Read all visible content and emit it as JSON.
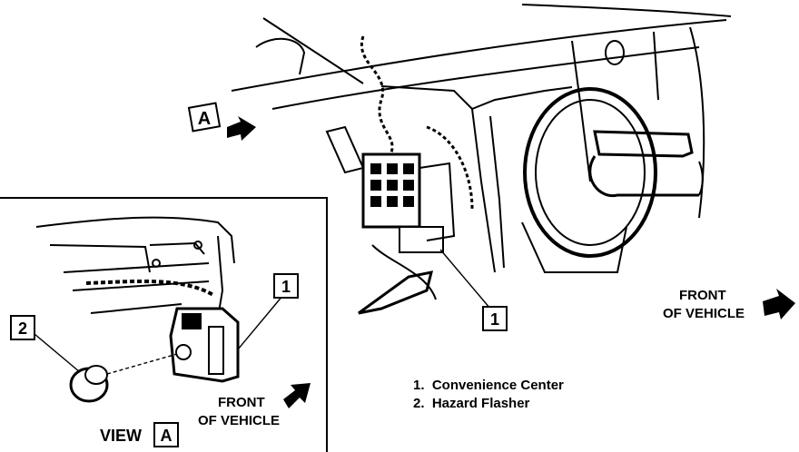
{
  "callouts": {
    "view_a_marker": "A",
    "main_item": "1",
    "inset_item_1": "1",
    "inset_item_2": "2",
    "view_label_text": "VIEW",
    "view_label_box": "A"
  },
  "front_of_vehicle_main": {
    "line1": "FRONT",
    "line2": "OF VEHICLE"
  },
  "front_of_vehicle_inset": {
    "line1": "FRONT",
    "line2": "OF VEHICLE"
  },
  "legend": [
    "1.  Convenience Center",
    "2.  Hazard Flasher"
  ],
  "colors": {
    "ink": "#000000",
    "paper": "#ffffff"
  }
}
